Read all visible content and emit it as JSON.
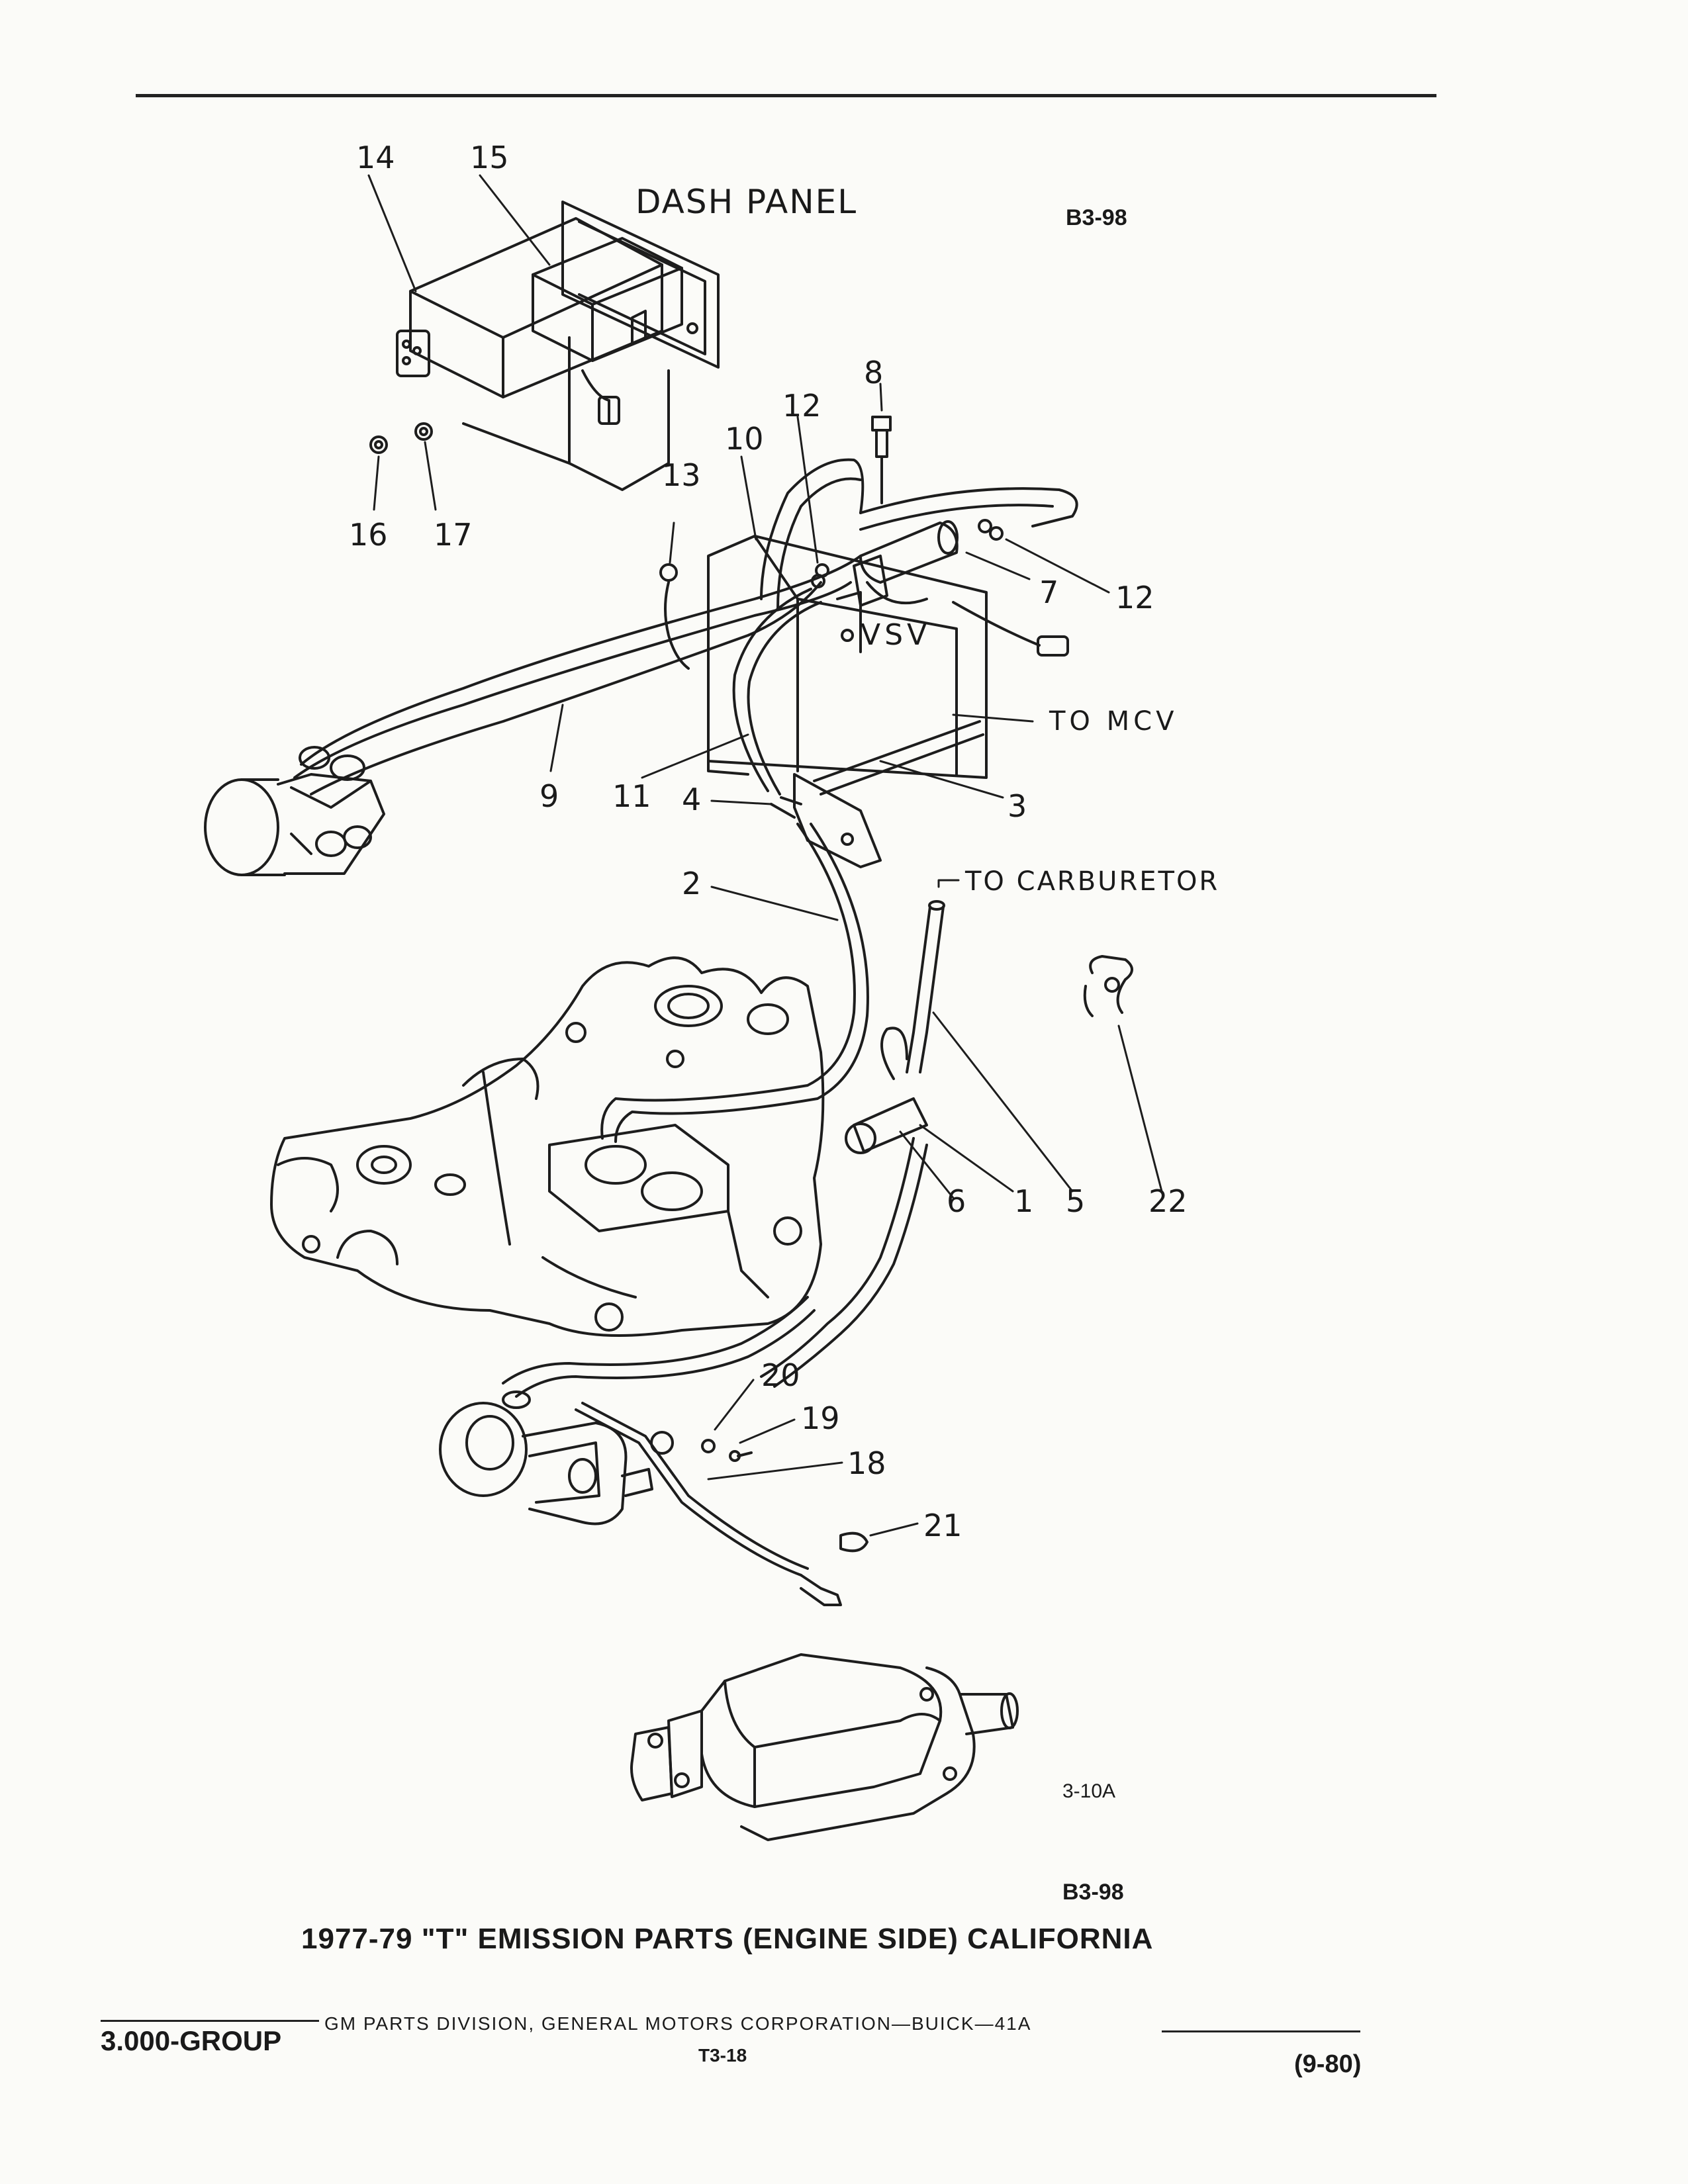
{
  "header": {
    "ref_top": "B3-98"
  },
  "labels": {
    "dash_panel": "DASH PANEL",
    "vsv": "VSV",
    "to_mcv": "TO MCV",
    "to_carburetor": "TO CARBURETOR"
  },
  "callouts": {
    "c14": "14",
    "c15": "15",
    "c16": "16",
    "c17": "17",
    "c13": "13",
    "c10": "10",
    "c12a": "12",
    "c8": "8",
    "c7": "7",
    "c12b": "12",
    "c9": "9",
    "c11": "11",
    "c4": "4",
    "c3": "3",
    "c2": "2",
    "c6": "6",
    "c1": "1",
    "c5": "5",
    "c22": "22",
    "c20": "20",
    "c19": "19",
    "c18": "18",
    "c21": "21"
  },
  "figure": {
    "id": "3-10A",
    "ref_bottom": "B3-98"
  },
  "caption": "1977-79 \"T\" EMISSION PARTS (ENGINE SIDE) CALIFORNIA",
  "footer": {
    "group": "3.000-GROUP",
    "corp": "GM PARTS DIVISION, GENERAL MOTORS CORPORATION—BUICK—41A",
    "page": "T3-18",
    "date": "(9-80)"
  }
}
